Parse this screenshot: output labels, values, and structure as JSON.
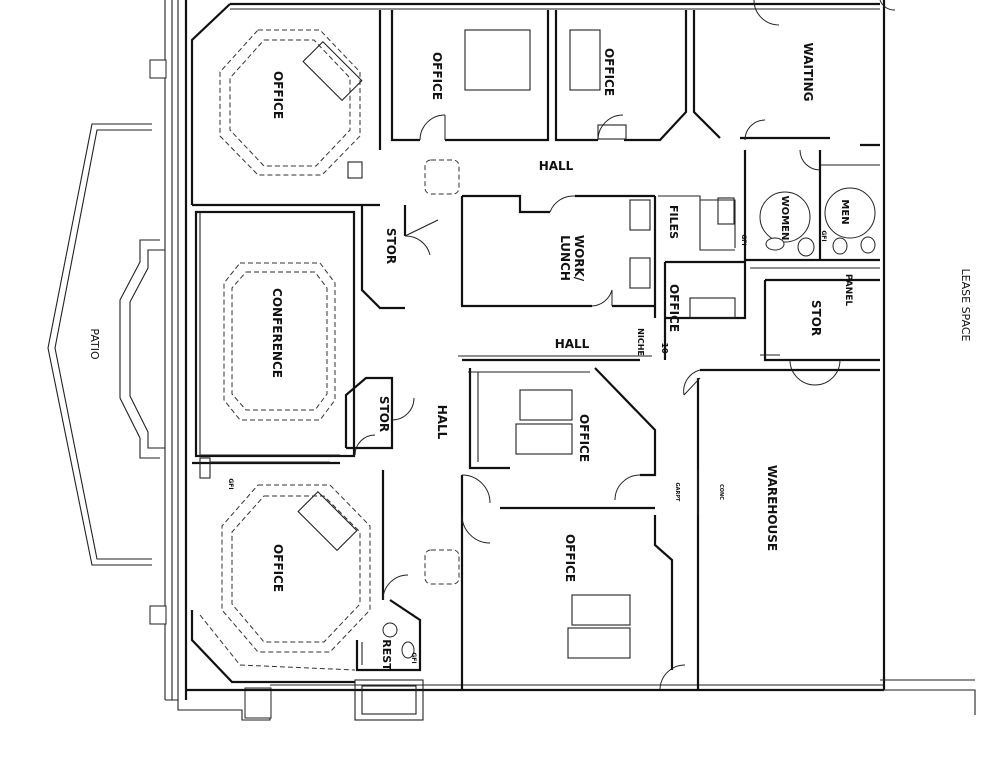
{
  "rooms": {
    "office_nw": "OFFICE",
    "office_n1": "OFFICE",
    "office_n2": "OFFICE",
    "waiting": "WAITING",
    "hall_top": "HALL",
    "files": "FILES",
    "work_lunch_1": "WORK/",
    "work_lunch_2": "LUNCH",
    "stor_left": "STOR",
    "conference": "CONFERENCE",
    "women": "WOMEN",
    "men": "MEN",
    "panel": "PANEL",
    "office_mid": "OFFICE",
    "stor_right": "STOR",
    "hall_mid": "HALL",
    "niche": "NICHE",
    "stor_small": "STOR",
    "hall_vertical": "HALL",
    "office_center": "OFFICE",
    "office_south": "OFFICE",
    "office_sw": "OFFICE",
    "rest": "REST",
    "warehouse": "WAREHOUSE",
    "patio": "PATIO",
    "lease_space": "LEASE SPACE"
  },
  "small_labels": {
    "gfi_1": "GFI",
    "gfi_2": "GFI",
    "gfi_3": "GFI",
    "gfi_4": "GFI",
    "ten": "10",
    "dim_left": "GARPT",
    "dim_right": "CONC"
  }
}
